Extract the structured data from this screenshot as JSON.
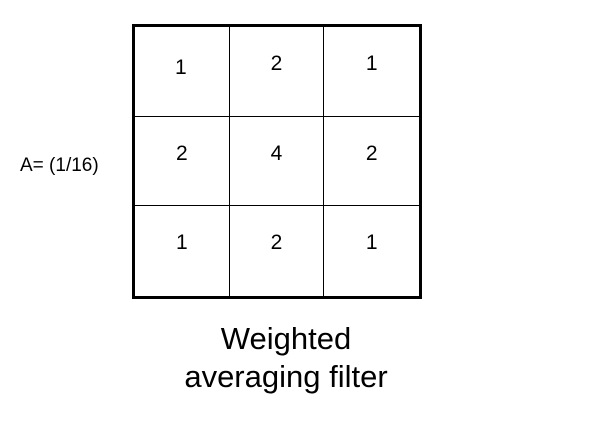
{
  "prefix": "A= (1/16)",
  "matrix": [
    [
      "1",
      "2",
      "1"
    ],
    [
      "2",
      "4",
      "2"
    ],
    [
      "1",
      "2",
      "1"
    ]
  ],
  "caption_line1": "Weighted",
  "caption_line2": "averaging filter"
}
